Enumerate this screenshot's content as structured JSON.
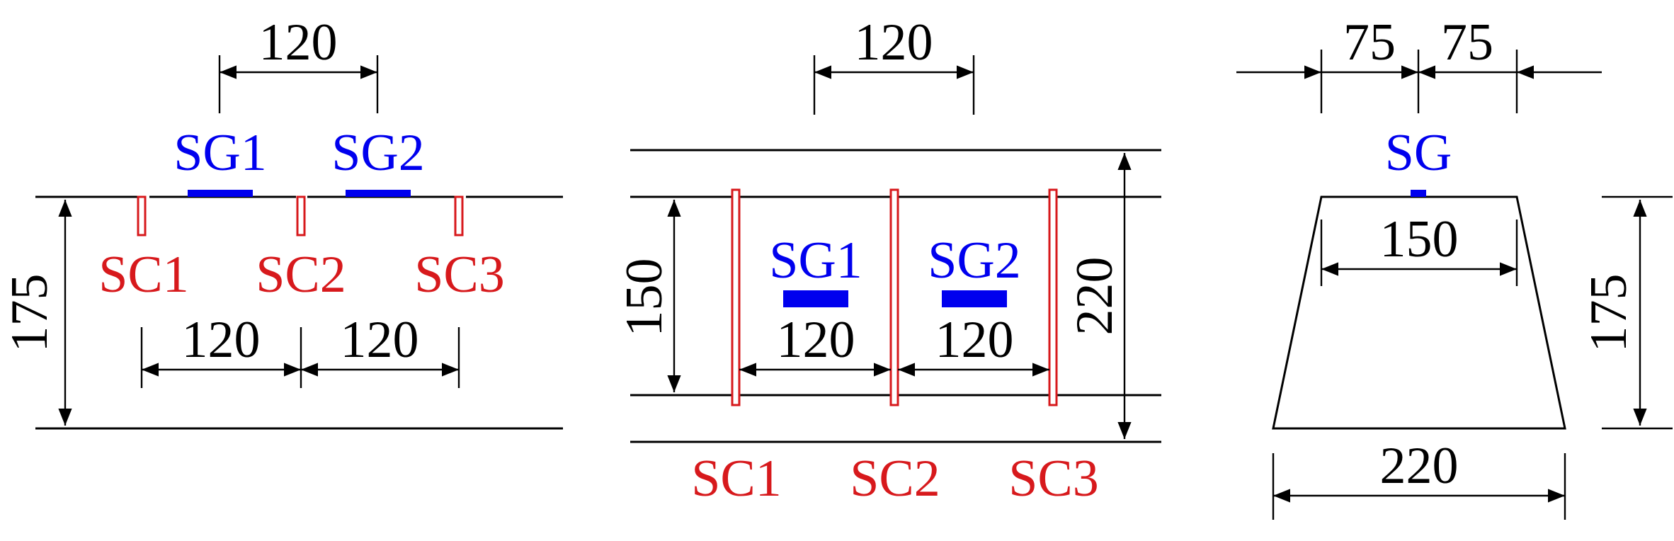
{
  "colors": {
    "saw_cut": "#d7191c",
    "strain_gauge": "#0000ee",
    "line": "#000000"
  },
  "side_view": {
    "top_dimension": "120",
    "height_dimension": "175",
    "gauges": [
      "SG1",
      "SG2"
    ],
    "saw_cuts": [
      "SC1",
      "SC2",
      "SC3"
    ],
    "bottom_dimensions": [
      "120",
      "120"
    ]
  },
  "plan_view": {
    "top_dimension": "120",
    "inner_width_dimension": "150",
    "outer_width_dimension": "220",
    "gauges": [
      "SG1",
      "SG2"
    ],
    "bottom_dimensions": [
      "120",
      "120"
    ],
    "saw_cuts": [
      "SC1",
      "SC2",
      "SC3"
    ]
  },
  "cross_section": {
    "top_dimensions": [
      "75",
      "75"
    ],
    "gauge": "SG",
    "top_width_dimension": "150",
    "height_dimension": "175",
    "bottom_width_dimension": "220"
  }
}
